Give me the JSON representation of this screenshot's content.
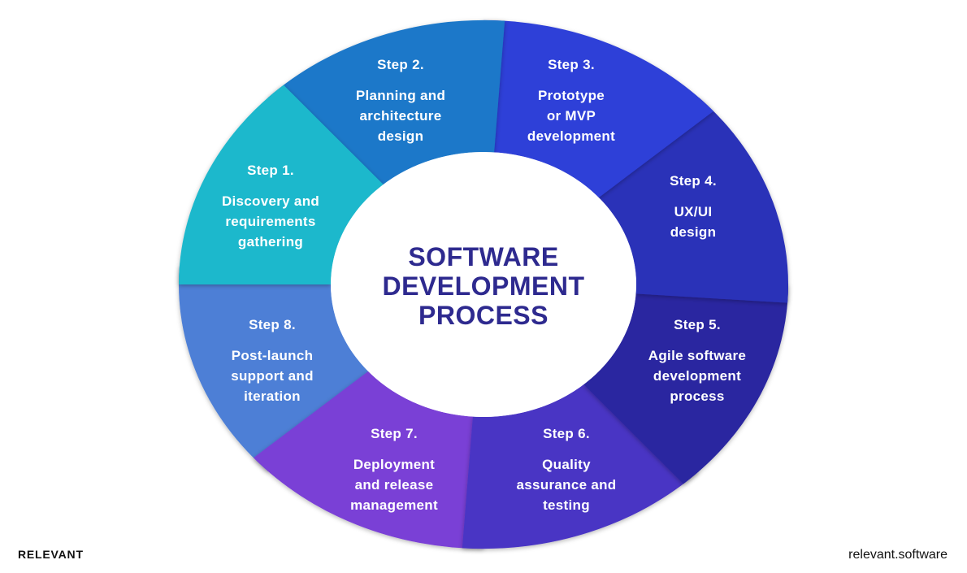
{
  "title": "SOFTWARE DEVELOPMENT PROCESS",
  "title_lines": [
    "SOFTWARE",
    "DEVELOPMENT",
    "PROCESS"
  ],
  "steps": [
    {
      "step": "Step 1.",
      "desc": [
        "Discovery and",
        "requirements",
        "gathering"
      ],
      "color": "#1fb8cc"
    },
    {
      "step": "Step 2.",
      "desc": [
        "Planning and",
        "architecture",
        "design"
      ],
      "color": "#1b78c9"
    },
    {
      "step": "Step 3.",
      "desc": [
        "Prototype",
        "or MVP",
        "development"
      ],
      "color": "#2f3fd8"
    },
    {
      "step": "Step 4.",
      "desc": [
        "UX/UI",
        "design"
      ],
      "color": "#2c31b8"
    },
    {
      "step": "Step 5.",
      "desc": [
        "Agile software",
        "development",
        "process"
      ],
      "color": "#2a25a0"
    },
    {
      "step": "Step 6.",
      "desc": [
        "Quality",
        "assurance and",
        "testing"
      ],
      "color": "#4a36c4"
    },
    {
      "step": "Step 7.",
      "desc": [
        "Deployment",
        "and release",
        "management"
      ],
      "color": "#7a3fd6"
    },
    {
      "step": "Step 8.",
      "desc": [
        "Post-launch",
        "support and",
        "iteration"
      ],
      "color": "#4d7fd6"
    }
  ],
  "footer": {
    "brand": "RELEVANT",
    "domain": "relevant.software"
  }
}
